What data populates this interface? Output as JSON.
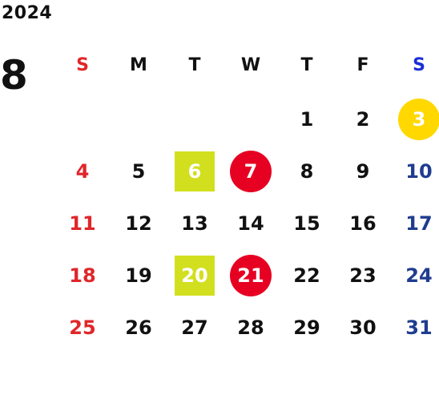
{
  "year": "2024",
  "month": "8",
  "weekdays": [
    "S",
    "M",
    "T",
    "W",
    "T",
    "F",
    "S"
  ],
  "weeks": [
    [
      "",
      "",
      "",
      "",
      "1",
      "2",
      "3"
    ],
    [
      "4",
      "5",
      "6",
      "7",
      "8",
      "9",
      "10"
    ],
    [
      "11",
      "12",
      "13",
      "14",
      "15",
      "16",
      "17"
    ],
    [
      "18",
      "19",
      "20",
      "21",
      "22",
      "23",
      "24"
    ],
    [
      "25",
      "26",
      "27",
      "28",
      "29",
      "30",
      "31"
    ]
  ],
  "colors": {
    "sunday": "#e0262a",
    "saturday_header": "#1a2fd6",
    "saturday": "#1f3c8f",
    "weekday": "#111111",
    "circle_red": "#e60022",
    "circle_yellow": "#ffd800",
    "square_green": "#d2df1f"
  },
  "highlights": {
    "3": "circle-yellow",
    "6": "square-green",
    "7": "circle-red",
    "20": "square-green",
    "21": "circle-red"
  }
}
